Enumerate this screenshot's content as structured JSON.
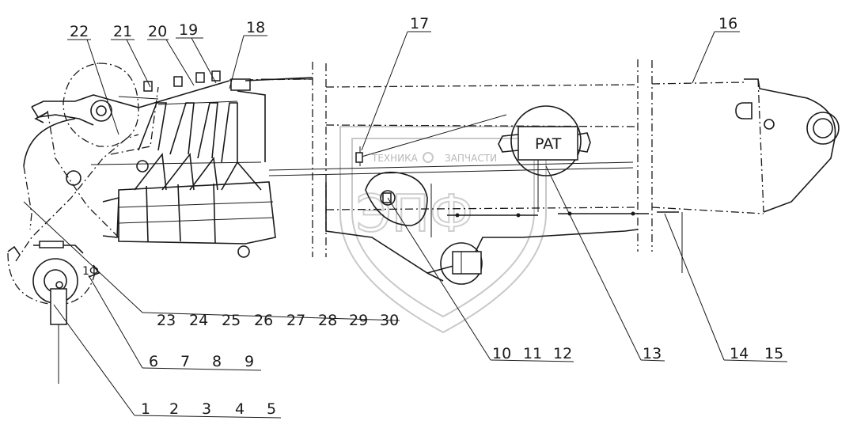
{
  "diagram": {
    "box_label": "PAT",
    "callouts": [
      "1",
      "2",
      "3",
      "4",
      "5",
      "6",
      "7",
      "8",
      "9",
      "10",
      "11",
      "12",
      "13",
      "14",
      "15",
      "16",
      "17",
      "18",
      "19",
      "20",
      "21",
      "22",
      "23",
      "24",
      "25",
      "26",
      "27",
      "28",
      "29",
      "30"
    ],
    "watermark": {
      "line1": "ТЕХНИКА",
      "line2": "ЗАПЧАСТИ",
      "logo": "ЭПФ"
    }
  }
}
